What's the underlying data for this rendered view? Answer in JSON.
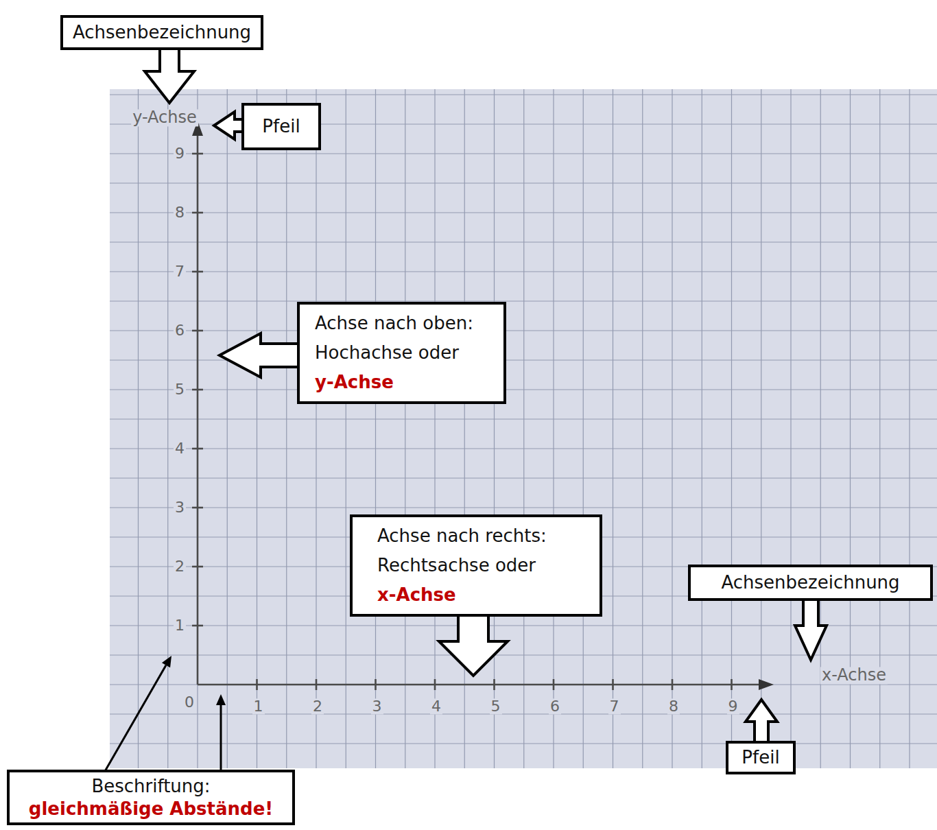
{
  "diagram": {
    "nodes": [
      {
        "text": [
          "Achsenbezeichnung"
        ]
      },
      {
        "text": [
          "Pfeil"
        ]
      },
      {
        "text": [
          "Achse nach oben: Hochachse oder",
          "y-Achse"
        ]
      },
      {
        "text": [
          "Achse nach rechts: Rechtsachse oder",
          "x-Achse"
        ]
      },
      {
        "text": [
          "Achsenbezeichnung"
        ]
      },
      {
        "text": [
          "Pfeil"
        ]
      },
      {
        "text": [
          "Beschriftung:",
          "gleichmäßige Abstände!"
        ]
      }
    ],
    "labels": [
      "y-Achse",
      "9",
      "8",
      "7",
      "6",
      "5",
      "4",
      "3",
      "2",
      "1",
      "x-Achse",
      "0",
      "1",
      "2",
      "3",
      "4",
      "5",
      "6",
      "7",
      "8",
      "9"
    ]
  }
}
